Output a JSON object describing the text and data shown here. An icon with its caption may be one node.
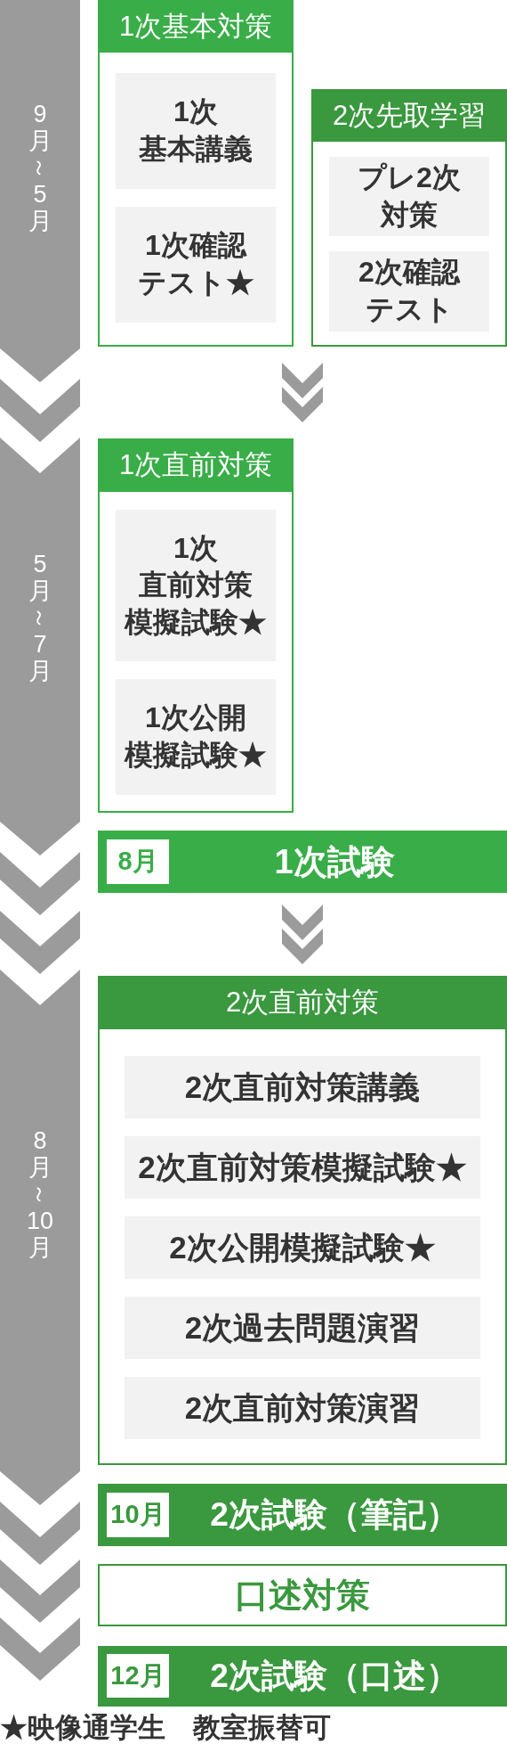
{
  "diagram": {
    "nodes": [
      {
        "text": [
          "9月～5月"
        ]
      },
      {
        "text": [
          "1次基本対策"
        ]
      },
      {
        "text": [
          "1次基本講義"
        ],
        "in": 1
      },
      {
        "text": [
          "1次確認テスト★"
        ],
        "in": 1
      },
      {
        "text": [
          "2次先取学習"
        ]
      },
      {
        "text": [
          "プレ2次対策"
        ],
        "in": 4
      },
      {
        "text": [
          "2次確認テスト"
        ],
        "in": 4
      },
      {
        "text": [
          "5月～7月"
        ]
      },
      {
        "text": [
          "1次直前対策"
        ]
      },
      {
        "text": [
          "1次直前対策模擬試験★"
        ],
        "in": 8
      },
      {
        "text": [
          "1次公開模擬試験★"
        ],
        "in": 8
      },
      {
        "text": [
          "1次試験"
        ]
      },
      {
        "text": [
          "8月"
        ],
        "in": 11
      },
      {
        "text": [
          "8月～10月"
        ]
      },
      {
        "text": [
          "2次直前対策"
        ]
      },
      {
        "text": [
          "2次直前対策講義"
        ],
        "in": 14
      },
      {
        "text": [
          "2次直前対策模擬試験★"
        ],
        "in": 14
      },
      {
        "text": [
          "2次公開模擬試験★"
        ],
        "in": 14
      },
      {
        "text": [
          "2次過去問題演習"
        ],
        "in": 14
      },
      {
        "text": [
          "2次直前対策演習"
        ],
        "in": 14
      },
      {
        "text": [
          "2次試験（筆記）"
        ]
      },
      {
        "text": [
          "10月"
        ],
        "in": 20
      },
      {
        "text": [
          "口述対策"
        ]
      },
      {
        "text": [
          "2次試験（口述）"
        ]
      },
      {
        "text": [
          "12月"
        ],
        "in": 23
      }
    ],
    "edges": [
      {
        "from": 0,
        "to": 7,
        "arrow": "to"
      },
      {
        "from": 7,
        "to": 13,
        "arrow": "to"
      },
      {
        "from": 13,
        "to": null,
        "arrow": "to"
      },
      {
        "from": 1,
        "to": 8,
        "arrow": "to"
      },
      {
        "from": 4,
        "to": 8,
        "arrow": "to"
      },
      {
        "from": 11,
        "to": 14,
        "arrow": "to"
      }
    ],
    "labels": [
      "★映像通学生　教室振替可"
    ]
  }
}
